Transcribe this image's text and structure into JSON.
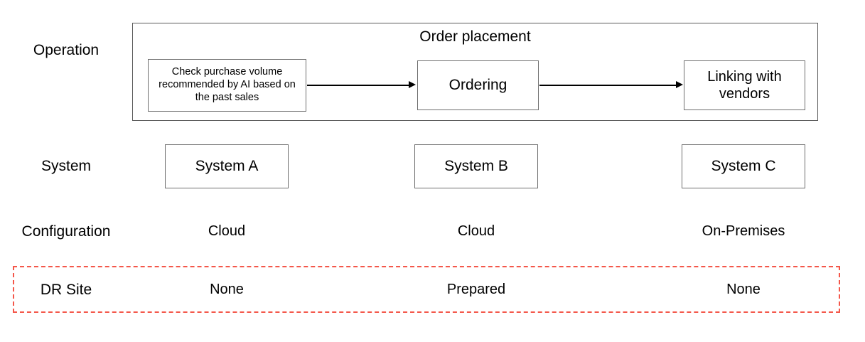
{
  "diagram": {
    "title_lane": "Order placement",
    "rows": [
      {
        "label": "Operation"
      },
      {
        "label": "System"
      },
      {
        "label": "Configuration"
      },
      {
        "label": "DR Site"
      }
    ],
    "operation_steps": [
      {
        "text": "Check purchase volume recommended by AI based on the past sales"
      },
      {
        "text": "Ordering"
      },
      {
        "text": "Linking with vendors"
      }
    ],
    "systems": [
      {
        "name": "System A"
      },
      {
        "name": "System B"
      },
      {
        "name": "System C"
      }
    ],
    "configurations": [
      {
        "value": "Cloud"
      },
      {
        "value": "Cloud"
      },
      {
        "value": "On-Premises"
      }
    ],
    "dr_sites": [
      {
        "value": "None"
      },
      {
        "value": "Prepared"
      },
      {
        "value": "None"
      }
    ],
    "colors": {
      "highlight_border": "#f4574a",
      "box_border": "#6e6e6e",
      "lane_border": "#5a5a5a",
      "text": "#000000",
      "background": "#ffffff"
    }
  }
}
